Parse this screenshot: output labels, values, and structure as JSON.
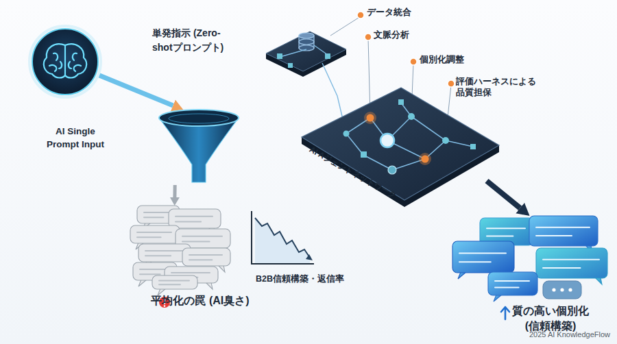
{
  "diagram": {
    "nodes": [
      {
        "text": [
          "AI Single Prompt Input"
        ]
      },
      {
        "text": [
          "単発指示 (Zero-shotプロンプト)"
        ]
      },
      {
        "text": [
          "平均化の罠 (AI臭さ)"
        ]
      },
      {
        "text": [
          "B2B信頼構築・返信率"
        ]
      },
      {
        "text": [
          "AI Aジェントネットワーク",
          "データ統合",
          "文脈分析",
          "個別化調整",
          "評価ハーネスによる 品質担保"
        ]
      },
      {
        "text": [
          "質の高い個別化 (信頼構築)"
        ]
      }
    ],
    "edges": [
      {
        "from": 0,
        "to": 1,
        "arrow": "to"
      },
      {
        "from": 1,
        "to": 2,
        "arrow": "to"
      },
      {
        "from": 4,
        "to": 5,
        "arrow": "to"
      }
    ],
    "labels": [
      "2025 AI KnowledgeFlow"
    ]
  }
}
